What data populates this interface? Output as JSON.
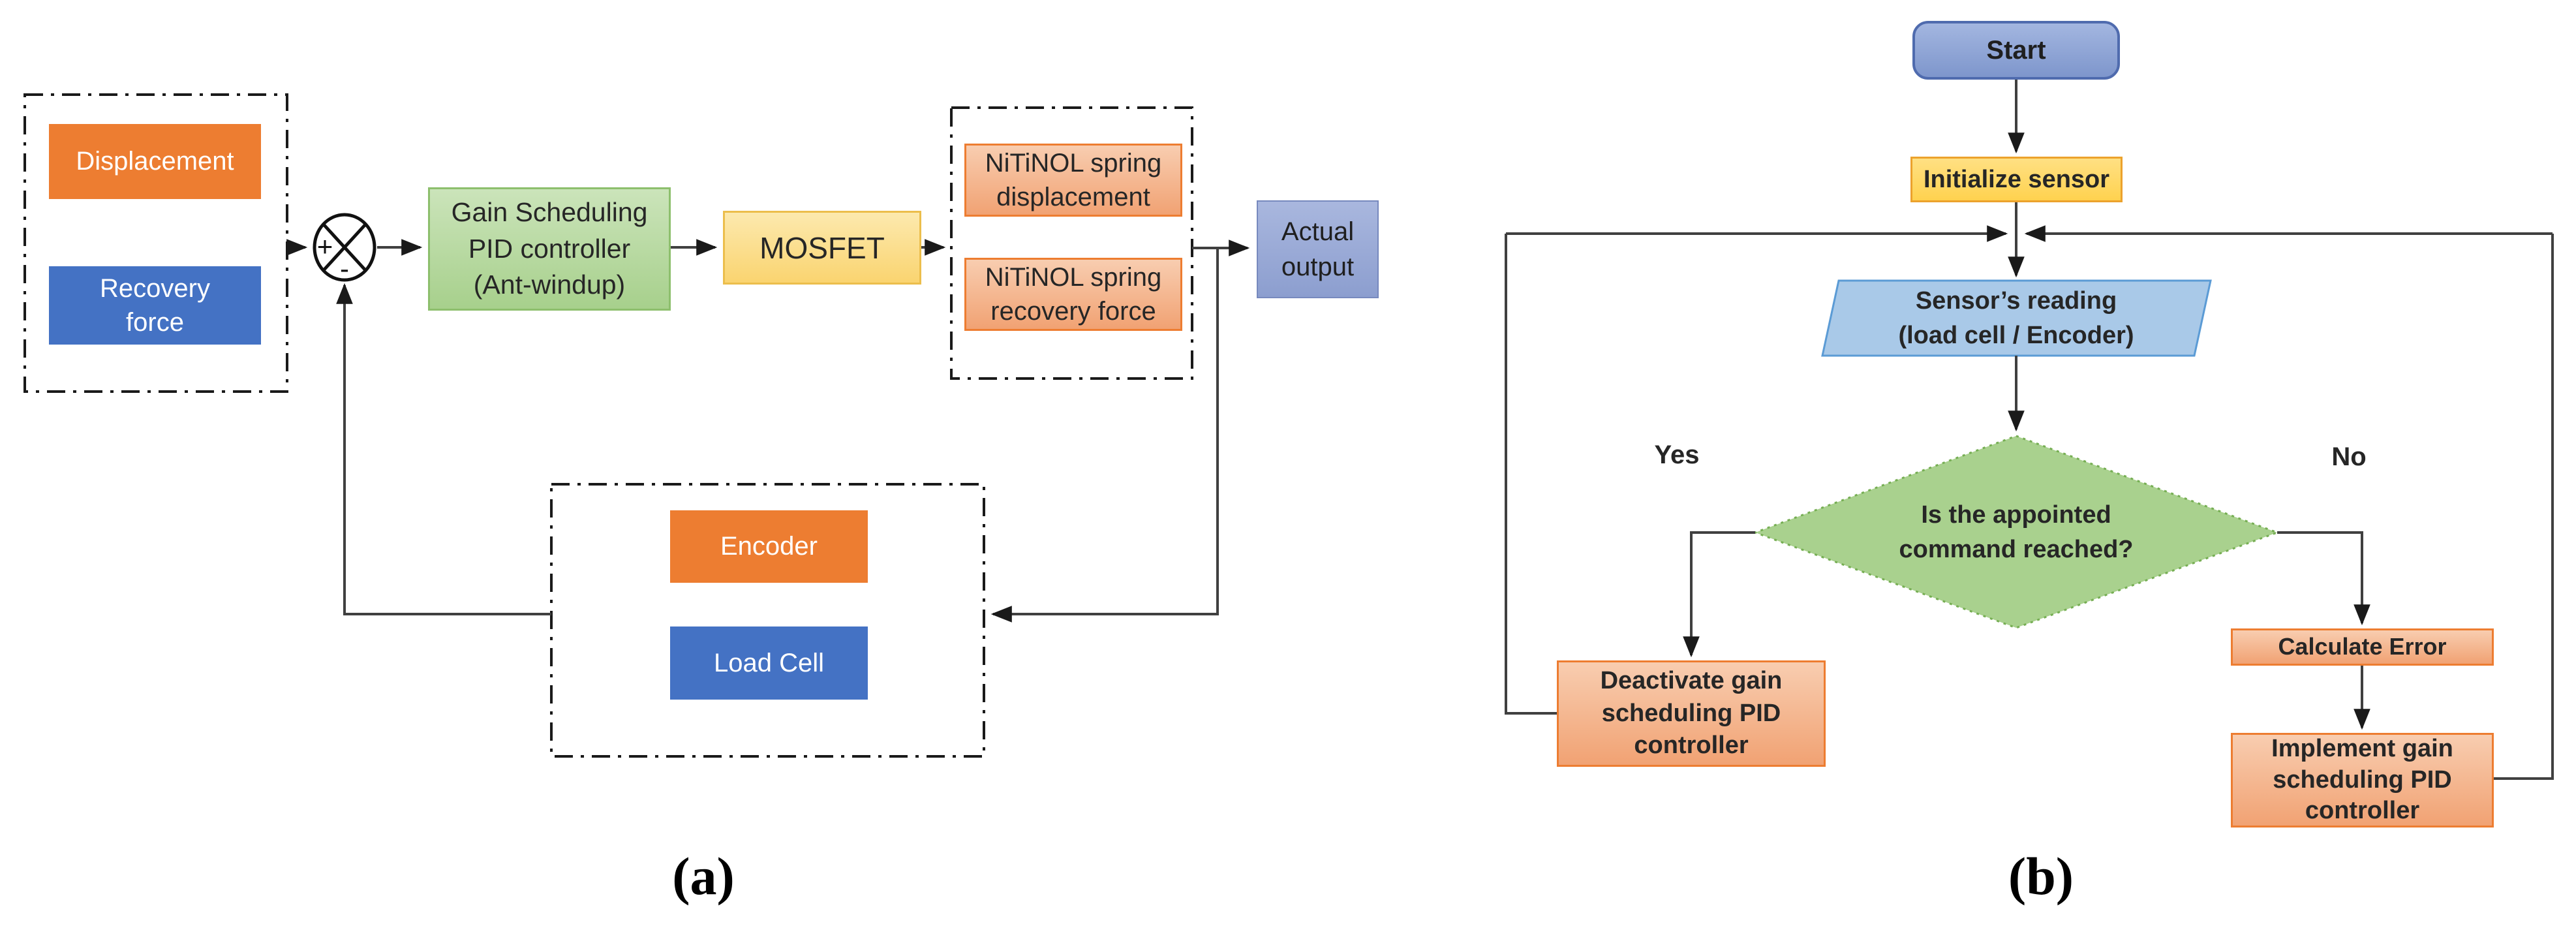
{
  "colors": {
    "accent_orange": "#ED7D31",
    "accent_blue": "#4472C4",
    "green_fill": "#A9D18E",
    "yellow_fill": "#FFD966",
    "salmon_fill": "#F4B183",
    "periwinkle_fill": "#8FAADC",
    "light_blue_fill": "#9DC3E6",
    "connector_line": "#404040"
  },
  "panel_a": {
    "caption": "(a)",
    "setpoint_box": {
      "displacement_label": "Displacement",
      "recovery_force_lines": [
        "Recovery",
        "force"
      ]
    },
    "summing_junction": {
      "plus_sign": "+",
      "minus_sign": "-"
    },
    "controller_lines": [
      "Gain Scheduling",
      "PID controller",
      "(Ant-windup)"
    ],
    "mosfet_label": "MOSFET",
    "plant_box": {
      "spring_displacement_lines": [
        "NiTiNOL spring",
        "displacement"
      ],
      "spring_recovery_lines": [
        "NiTiNOL spring",
        "recovery force"
      ]
    },
    "actual_output_lines": [
      "Actual",
      "output"
    ],
    "sensor_box": {
      "encoder_label": "Encoder",
      "load_cell_label": "Load Cell"
    }
  },
  "panel_b": {
    "caption": "(b)",
    "start_label": "Start",
    "initialize_label": "Initialize sensor",
    "sensor_reading_lines": [
      "Sensor’s reading",
      "(load cell / Encoder)"
    ],
    "decision_lines": [
      "Is the appointed",
      "command reached?"
    ],
    "yes_label": "Yes",
    "no_label": "No",
    "deactivate_lines": [
      "Deactivate gain",
      "scheduling PID",
      "controller"
    ],
    "calculate_error_label": "Calculate Error",
    "implement_lines": [
      "Implement gain",
      "scheduling PID",
      "controller"
    ]
  }
}
